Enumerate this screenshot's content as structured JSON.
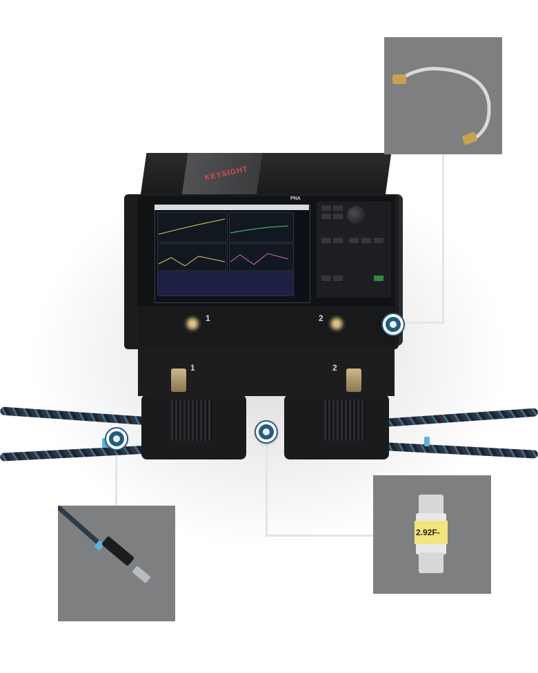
{
  "product": {
    "brand_text": "KEYSIGHT",
    "model_name": "PNA",
    "port_labels": [
      "1",
      "2",
      "1",
      "2"
    ]
  },
  "callouts": [
    {
      "name": "semi-rigid-cable",
      "description_visible": ""
    },
    {
      "name": "cable-end-connector",
      "description_visible": ""
    },
    {
      "name": "adapter",
      "label": "2.92F-"
    }
  ],
  "colors": {
    "callout_background": "#7d7f80",
    "marker_fill": "#1f5e80",
    "marker_ring": "#ffffff",
    "connector_line": "#e2e6ea",
    "accent_blue": "#5bb3e0"
  },
  "icons": {
    "marker": "hotspot-marker-icon"
  }
}
